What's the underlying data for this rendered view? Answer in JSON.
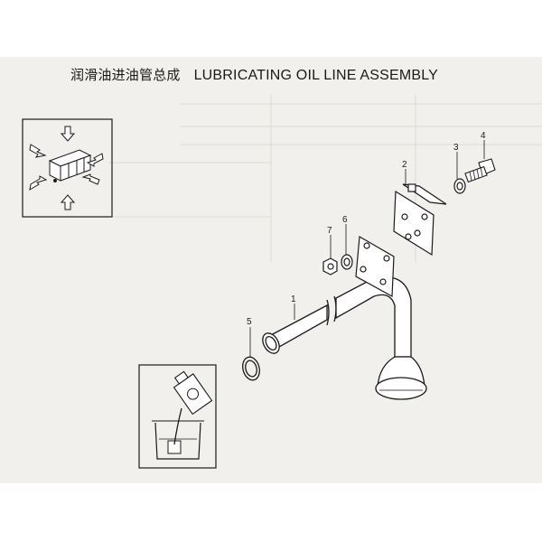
{
  "title": {
    "chinese": "润滑油进油管总成",
    "english": "LUBRICATING OIL LINE ASSEMBLY"
  },
  "callouts": [
    "1",
    "2",
    "3",
    "4",
    "5",
    "6",
    "7"
  ],
  "colors": {
    "sheet": "#f1f0ec",
    "ink": "#1a1a1a"
  },
  "icons": [
    "lubrication-points-icon",
    "oil-cleaning-icon"
  ]
}
